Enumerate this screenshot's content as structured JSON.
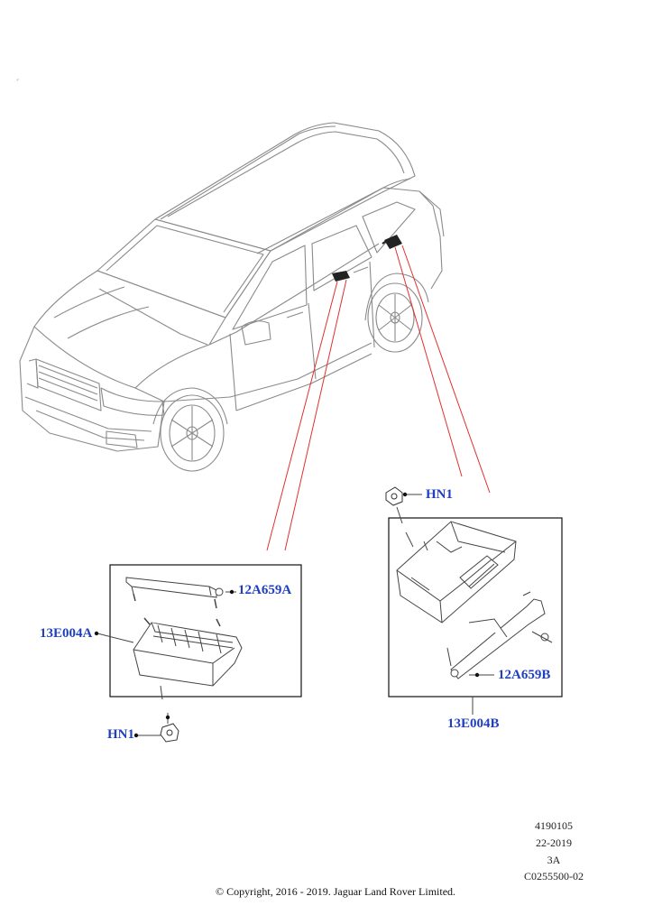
{
  "callouts": {
    "hn1_top": "HN1",
    "part_12a659a": "12A659A",
    "part_13e004a": "13E004A",
    "hn1_bottom": "HN1",
    "part_12a659b": "12A659B",
    "part_13e004b": "13E004B"
  },
  "reference": {
    "illustration_no": "4190105",
    "date": "22-2019",
    "revision": "3A",
    "code": "C0255500-02"
  },
  "copyright": "© Copyright, 2016 - 2019. Jaguar Land Rover Limited.",
  "colors": {
    "callout": "#1f3fbf",
    "leader": "#e03030",
    "line": "#555555"
  }
}
